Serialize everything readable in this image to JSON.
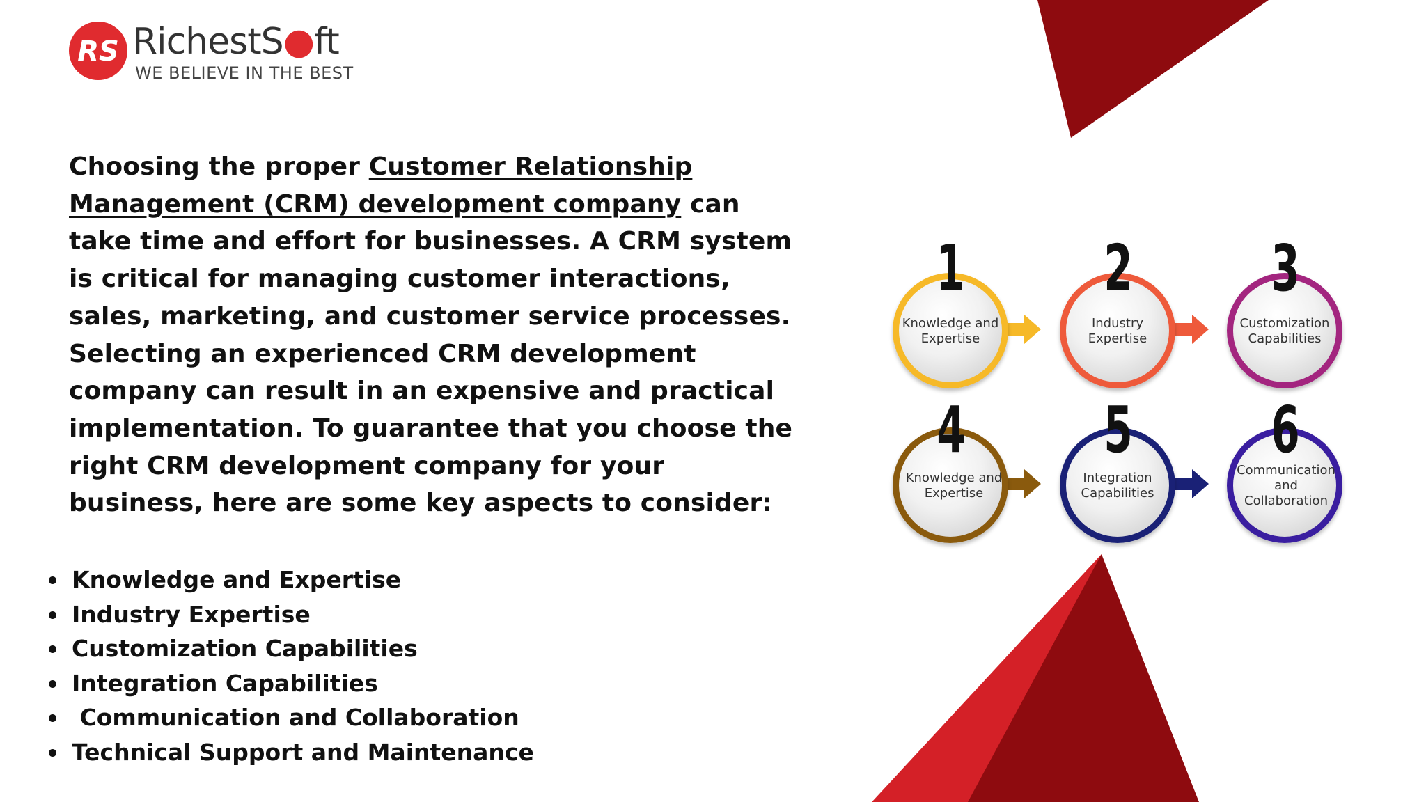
{
  "brand": {
    "name_start": "RichestS",
    "name_end": "ft",
    "tagline": "WE BELIEVE IN THE BEST",
    "mark_text": "RS"
  },
  "intro": {
    "before_link": "Choosing the proper ",
    "link_text": "Customer Relationship Management (CRM) development company",
    "after_link": " can take time and effort for businesses. A CRM system is critical for managing customer interactions, sales, marketing, and customer service processes. Selecting an experienced CRM development company can result in an expensive and practical implementation. To guarantee that you choose the right CRM development company for your business, here are some key aspects to consider:"
  },
  "aspects": [
    "Knowledge and Expertise",
    "Industry Expertise",
    "Customization Capabilities",
    "Integration Capabilities",
    " Communication and Collaboration",
    "Technical Support and Maintenance"
  ],
  "steps": [
    {
      "number": "1",
      "label": "Knowledge and\nExpertise"
    },
    {
      "number": "2",
      "label": "Industry\nExpertise"
    },
    {
      "number": "3",
      "label": "Customization\nCapabilities"
    },
    {
      "number": "4",
      "label": "Knowledge and\nExpertise"
    },
    {
      "number": "5",
      "label": "Integration\nCapabilities"
    },
    {
      "number": "6",
      "label": "Communication\nand\nCollaboration"
    }
  ],
  "colors": {
    "accent_red": "#d42027",
    "dark_red": "#8e0b0f",
    "step_colors": [
      "#f6b928",
      "#ee5a3b",
      "#a3257f",
      "#8a5a0d",
      "#1a2176",
      "#3a1ea0"
    ]
  }
}
